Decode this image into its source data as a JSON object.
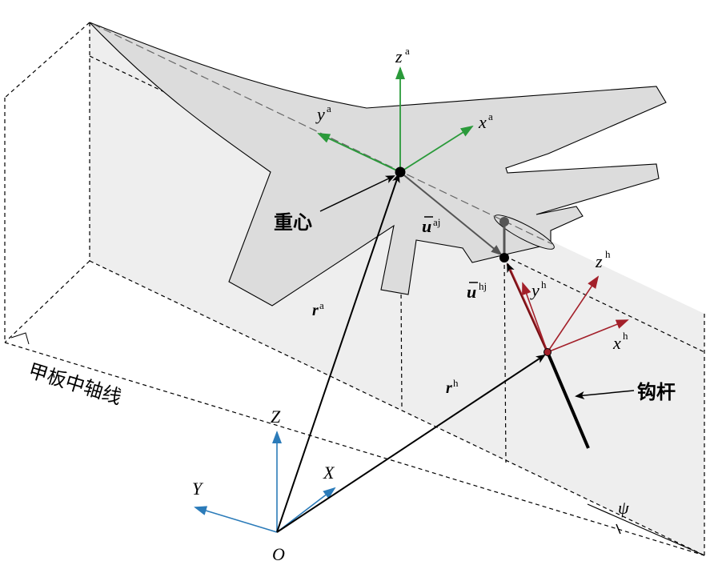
{
  "labels": {
    "center_of_gravity": "重心",
    "hook_rod": "钩杆",
    "deck_centerline": "甲板中轴线",
    "origin": "O",
    "axis_X": "X",
    "axis_Y": "Y",
    "axis_Z": "Z",
    "aircraft_x": "x",
    "aircraft_y": "y",
    "aircraft_z": "z",
    "aircraft_sup": "a",
    "hook_x": "x",
    "hook_y": "y",
    "hook_z": "z",
    "hook_sup": "h",
    "vec_u": "u",
    "u_aj_sup": "aj",
    "u_hj_sup": "hj",
    "vec_r": "r",
    "r_a_sup": "a",
    "r_h_sup": "h",
    "psi": "ψ"
  },
  "colors": {
    "aircraft_frame": "#2a9a3a",
    "inertial_frame": "#2b7bb9",
    "hook_frame": "#a3202a",
    "plane_fill": "#eeeeee",
    "aircraft_fill": "#dcdcdc",
    "ink": "#000000",
    "gray_vector": "#555555"
  }
}
